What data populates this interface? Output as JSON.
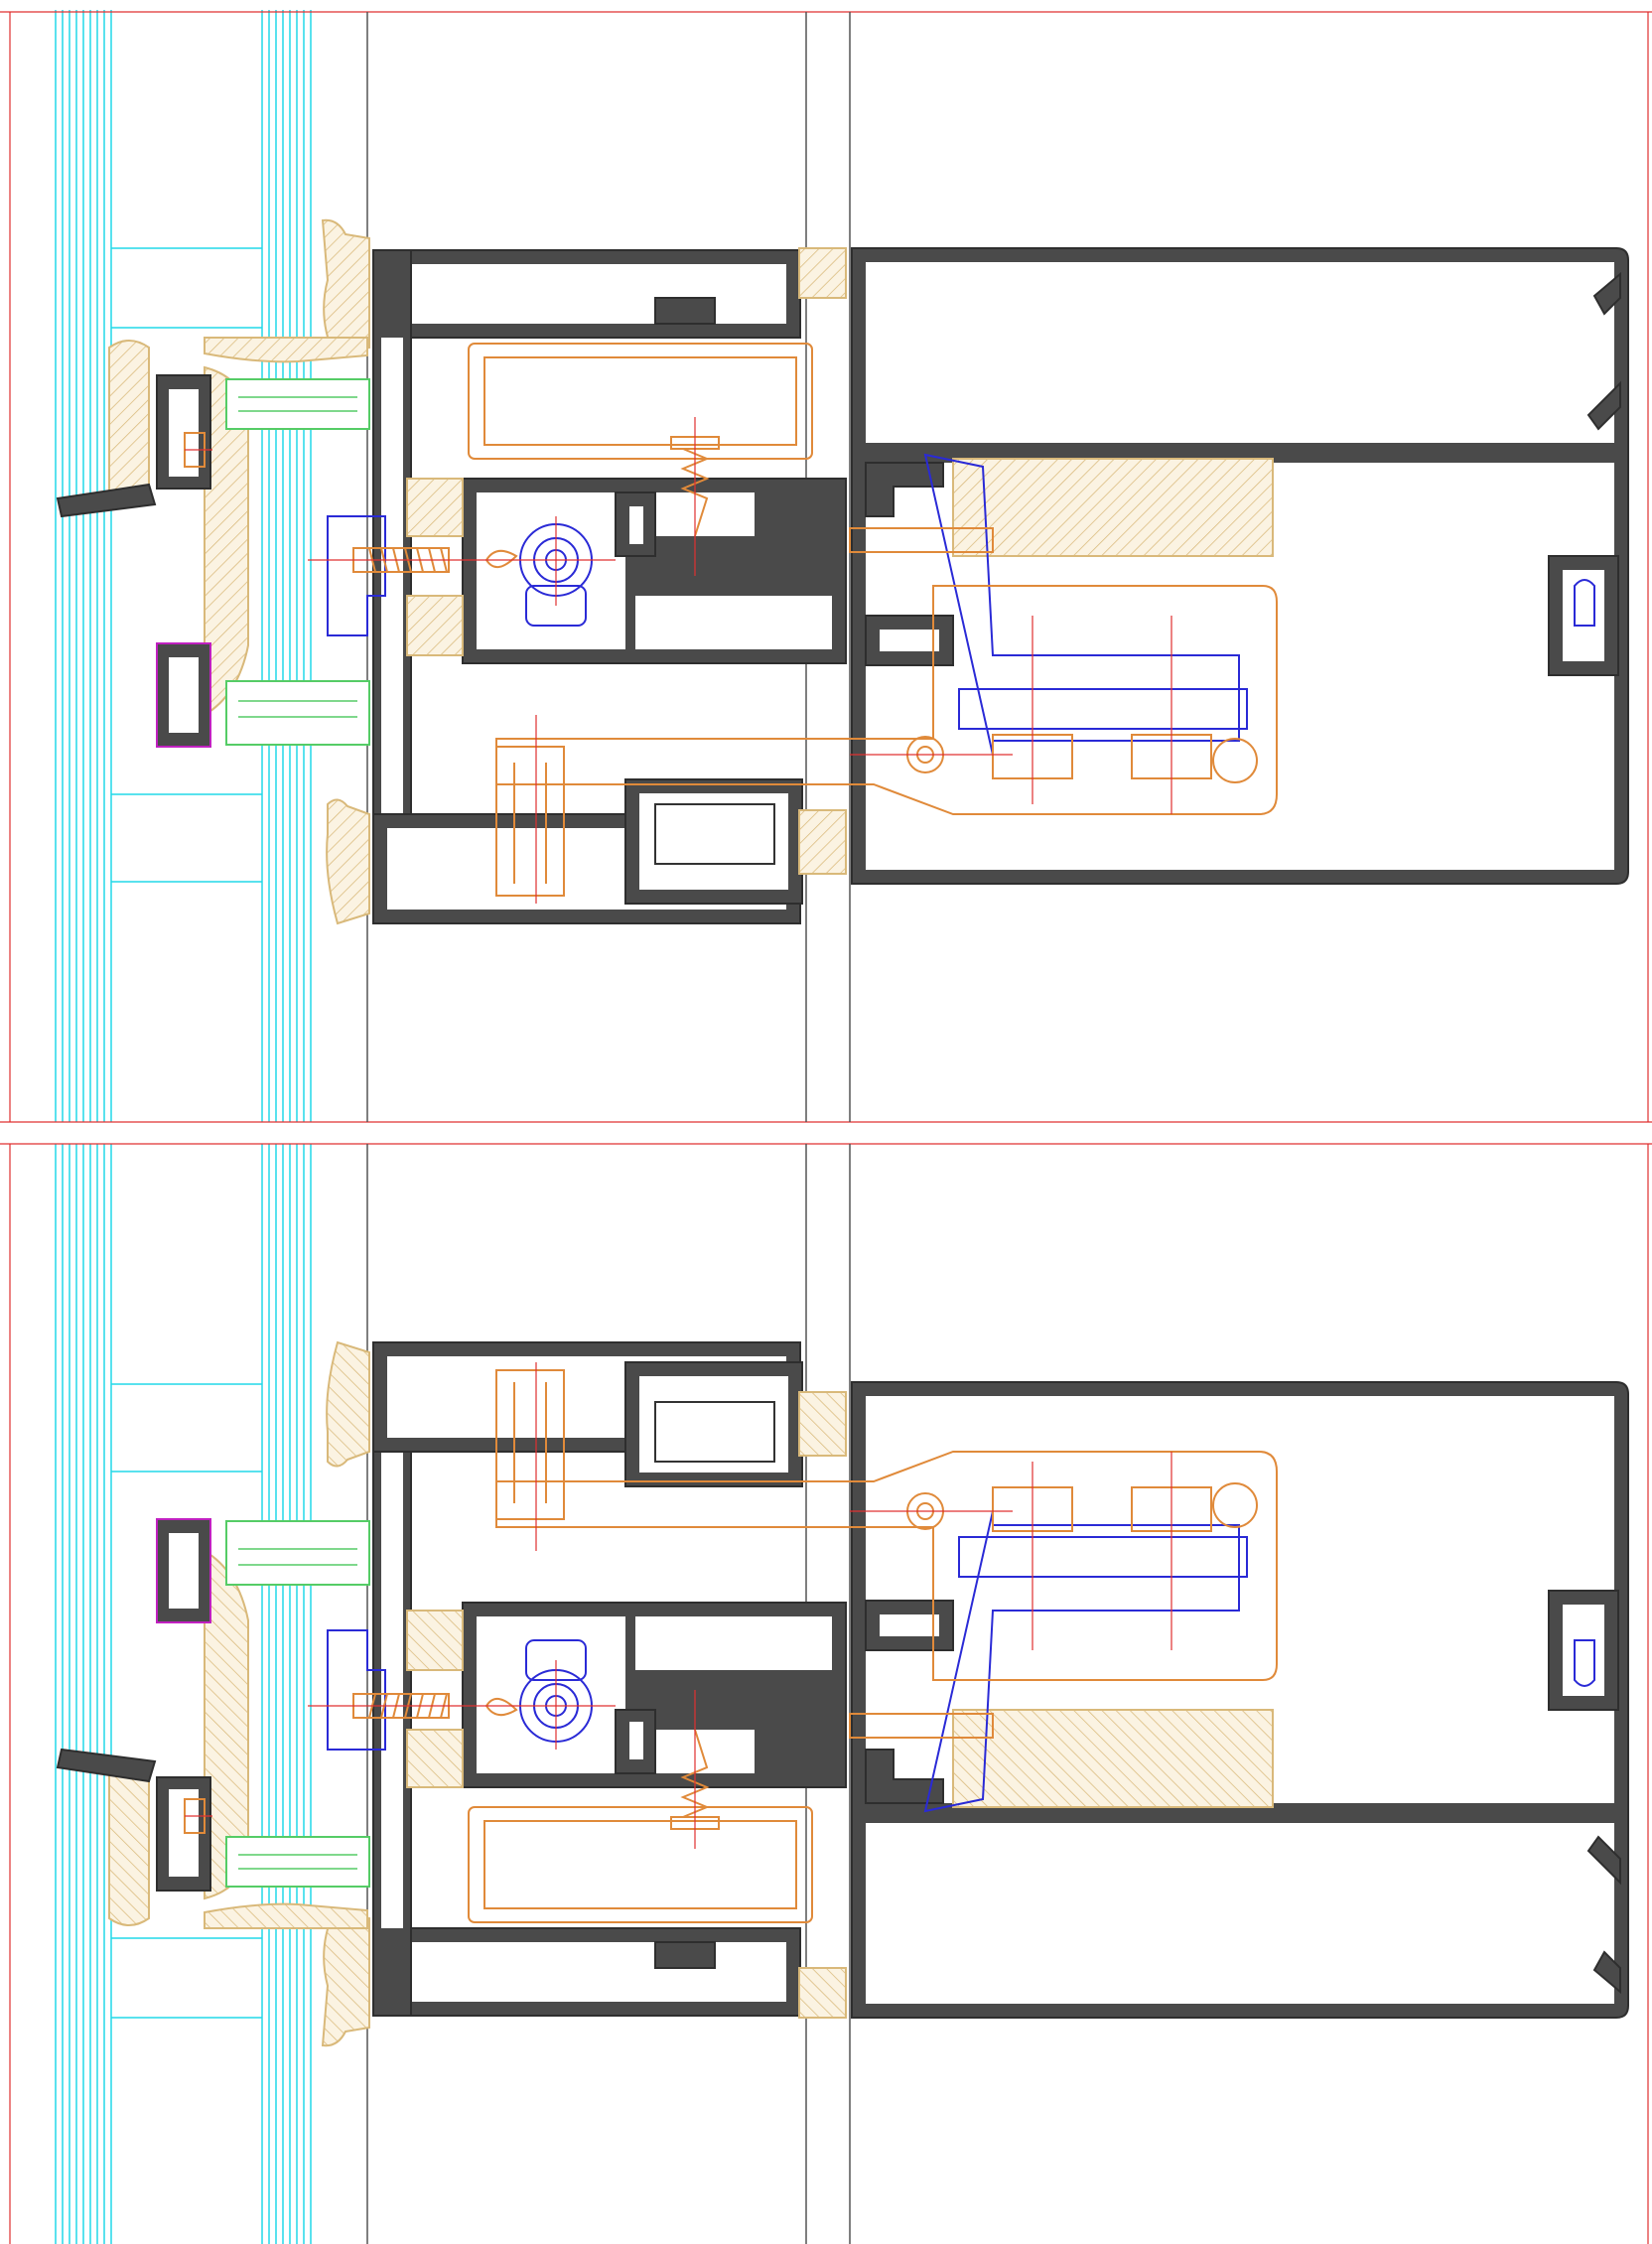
{
  "drawing": {
    "type": "CAD cross-section",
    "details": [
      {
        "id": "detail-top",
        "orientation": "normal"
      },
      {
        "id": "detail-bottom",
        "orientation": "mirrored"
      }
    ],
    "colors": {
      "aluminium_profile": "#4a4a4a",
      "gasket": "#d9b97a",
      "thermal_break": "#55cc66",
      "fastener": "#e08a3a",
      "anchor": "#2a2ad6",
      "glass": "#22d8e8",
      "reference_line": "#e03030",
      "grid_line": "#555555"
    }
  }
}
